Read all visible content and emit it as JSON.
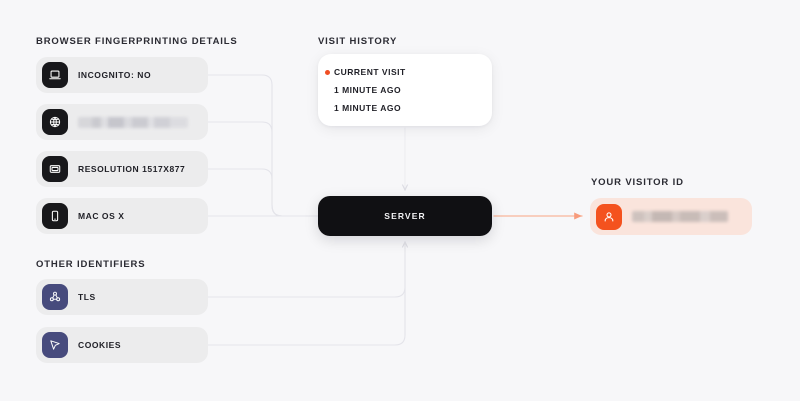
{
  "page": {
    "background_color": "#f7f7f9",
    "accent_color": "#f4521e",
    "wire_color": "#e2e2e8",
    "dark_node_color": "#101013",
    "indigo_badge_color": "#474b7d"
  },
  "sections": {
    "browser_fingerprinting": {
      "title": "BROWSER FINGERPRINTING DETAILS",
      "items": [
        {
          "icon": "laptop-icon",
          "label": "INCOGNITO: NO",
          "redacted": false
        },
        {
          "icon": "globe-icon",
          "label": "",
          "redacted": true
        },
        {
          "icon": "monitor-icon",
          "label": "RESOLUTION 1517X877",
          "redacted": false
        },
        {
          "icon": "mobile-device-icon",
          "label": "MAC OS X",
          "redacted": false
        }
      ]
    },
    "other_identifiers": {
      "title": "OTHER IDENTIFIERS",
      "items": [
        {
          "icon": "network-nodes-icon",
          "label": "TLS",
          "redacted": false
        },
        {
          "icon": "cursor-arrow-icon",
          "label": "COOKIES",
          "redacted": false
        }
      ]
    },
    "visit_history": {
      "title": "VISIT HISTORY",
      "entries": [
        {
          "label": "CURRENT VISIT",
          "active": true
        },
        {
          "label": "1 MINUTE AGO",
          "active": false
        },
        {
          "label": "1 MINUTE AGO",
          "active": false
        }
      ]
    },
    "server": {
      "label": "SERVER"
    },
    "visitor_id": {
      "title": "YOUR VISITOR ID",
      "icon": "user-avatar-icon",
      "value": "",
      "redacted": true
    }
  }
}
